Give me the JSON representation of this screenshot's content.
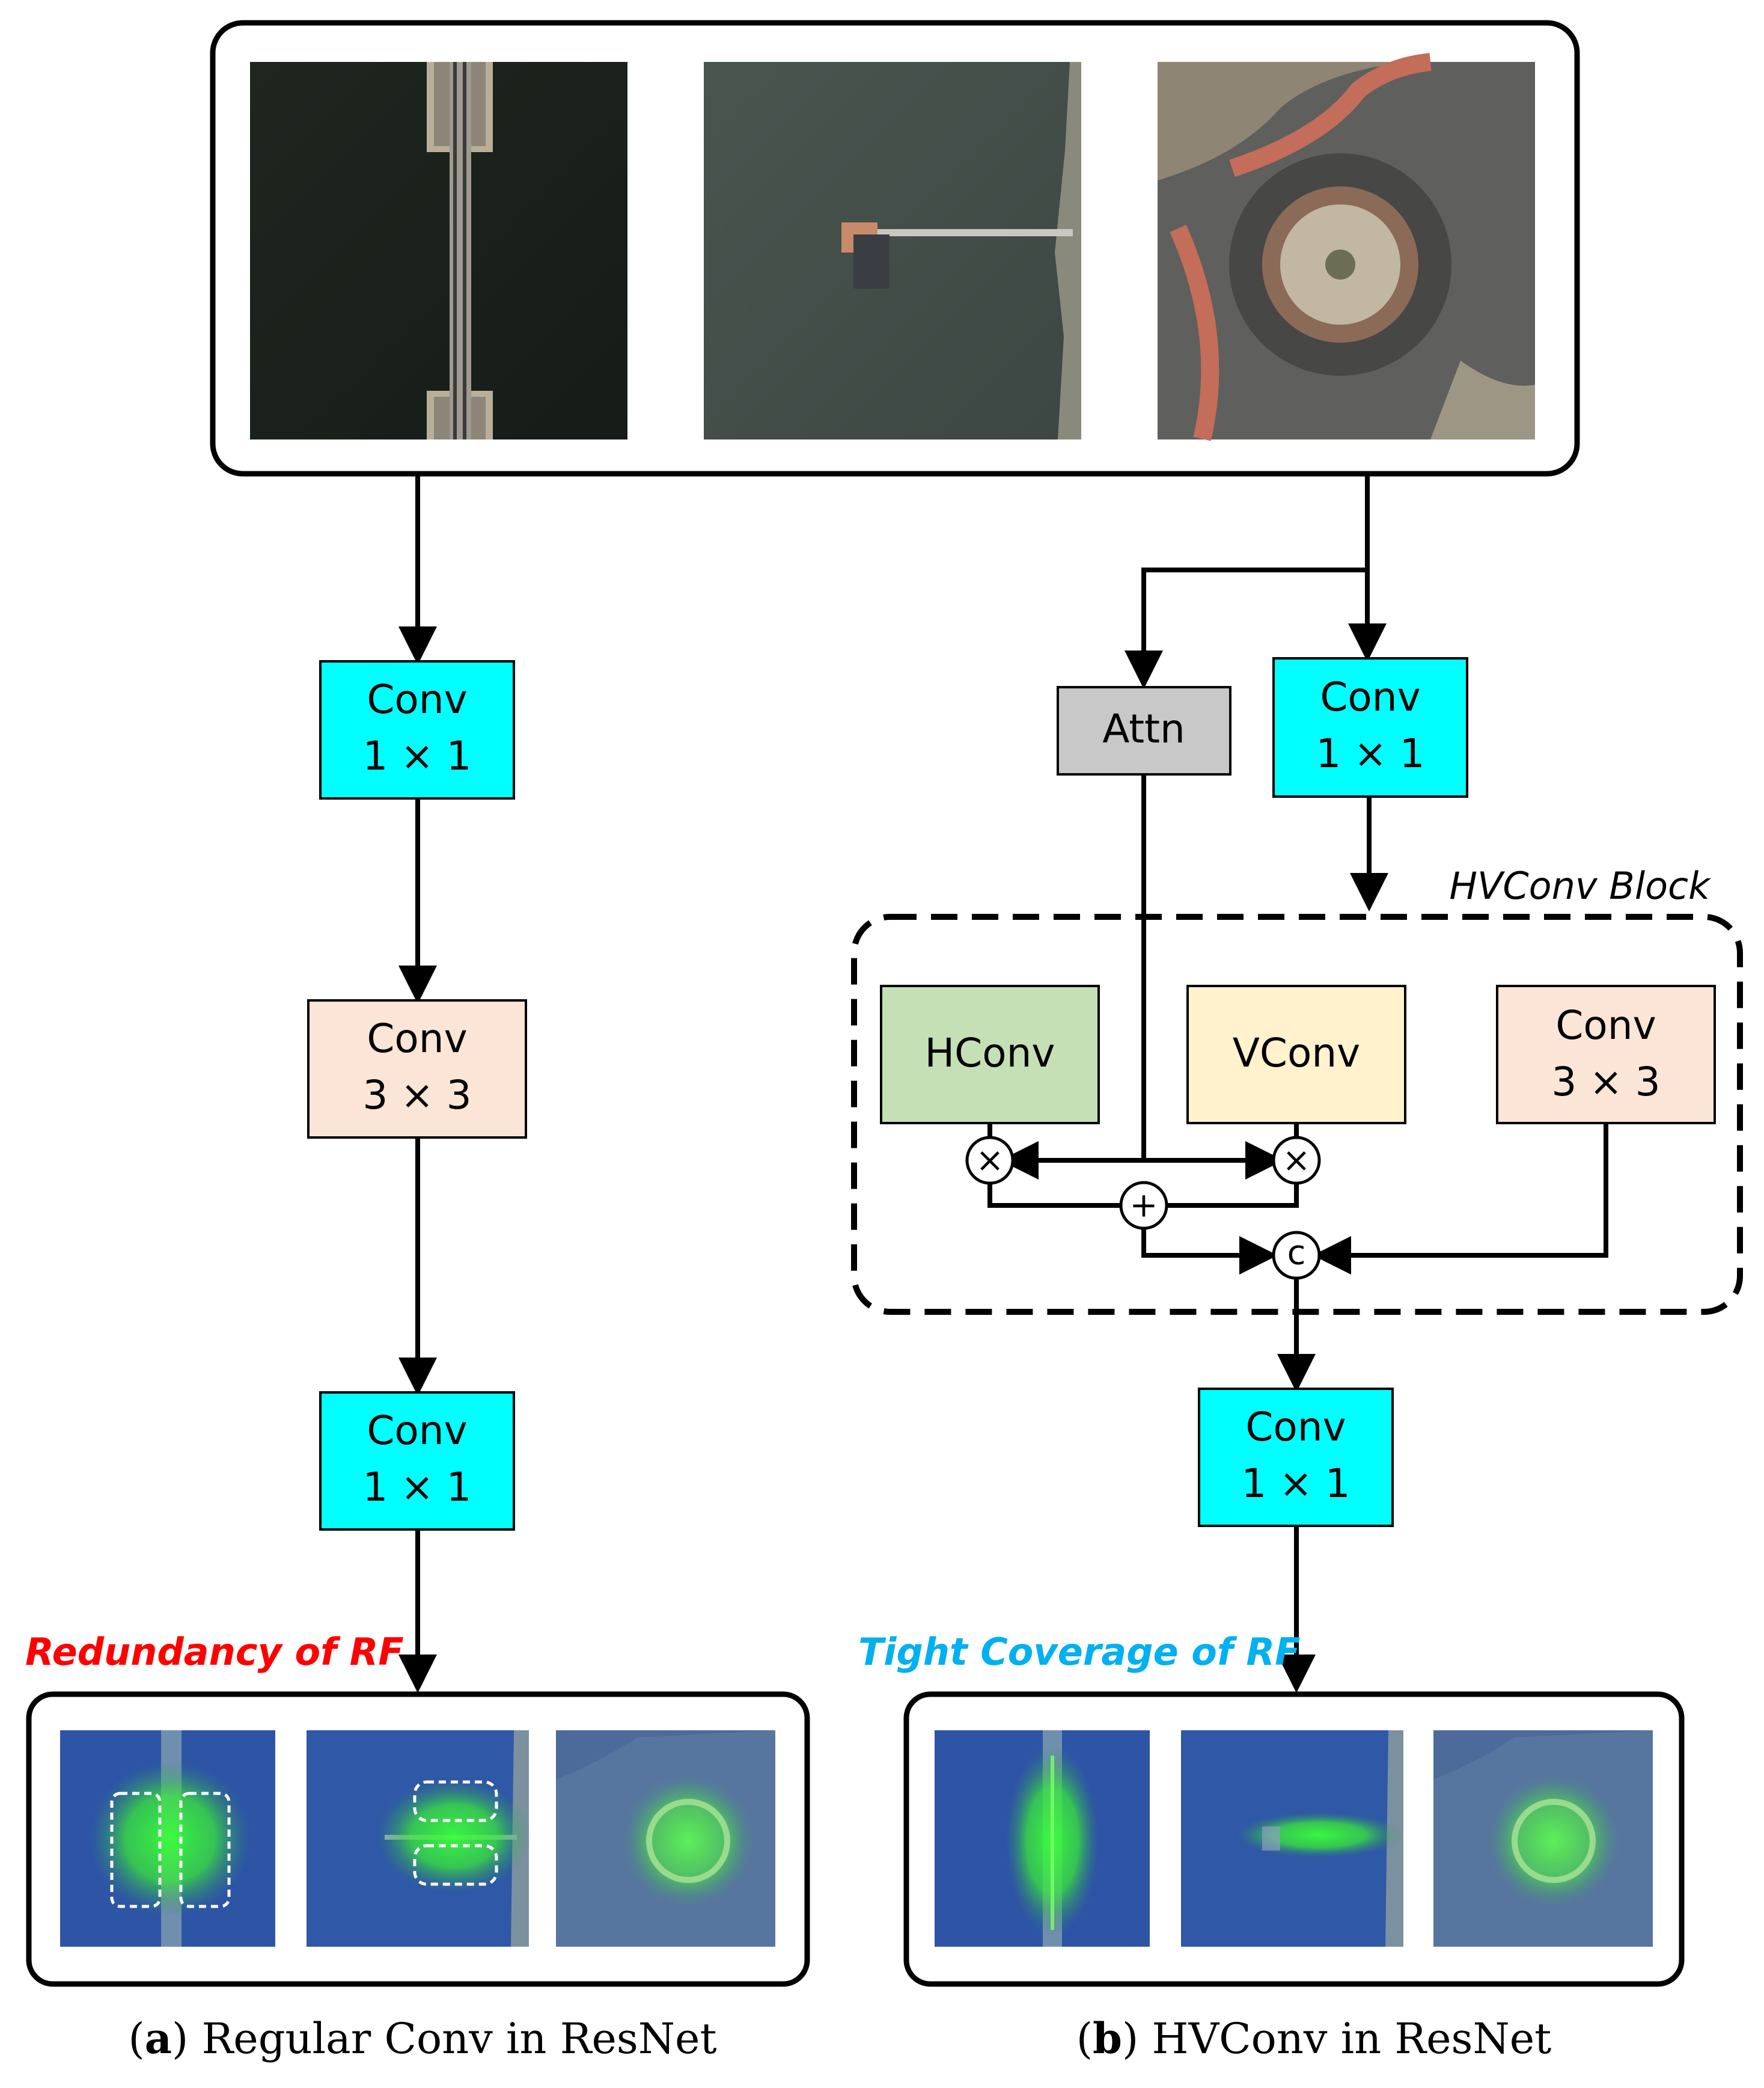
{
  "blocks": {
    "conv_1x1_left_top": {
      "line1": "Conv",
      "line2": "1 × 1"
    },
    "conv_3x3_left": {
      "line1": "Conv",
      "line2": "3 × 3"
    },
    "conv_1x1_left_bottom": {
      "line1": "Conv",
      "line2": "1 × 1"
    },
    "attn": {
      "label": "Attn"
    },
    "conv_1x1_right_top": {
      "line1": "Conv",
      "line2": "1 × 1"
    },
    "hconv": {
      "label": "HConv"
    },
    "vconv": {
      "label": "VConv"
    },
    "conv_3x3_right": {
      "line1": "Conv",
      "line2": "3 × 3"
    },
    "conv_1x1_right_bottom": {
      "line1": "Conv",
      "line2": "1 × 1"
    }
  },
  "hvconv_block_title": "HVConv Block",
  "operators": {
    "multiply": "×",
    "add": "+",
    "concat": "c"
  },
  "notes": {
    "left": "Redundancy of RF",
    "right": "Tight Coverage of RF"
  },
  "captions": {
    "left_letter": "a",
    "left_text": ") Regular Conv in ResNet",
    "right_letter": "b",
    "right_text": ") HVConv in ResNet",
    "open_paren": "("
  },
  "colors": {
    "conv1x1": "#00ffff",
    "conv3x3": "#fbe5d6",
    "attn": "#c8c8c8",
    "hconv": "#c5e0b4",
    "vconv": "#fff2cc",
    "note_left": "#ff0000",
    "note_right": "#00b0f0",
    "heat_blue": "#2e54a6",
    "heat_green": "#39ff3a"
  },
  "images": {
    "top_row": [
      "bridge-aerial",
      "pier-aerial",
      "roundabout-aerial"
    ],
    "left_heatmaps": [
      "bridge-heatmap-redundant",
      "pier-heatmap-redundant",
      "roundabout-heatmap"
    ],
    "right_heatmaps": [
      "bridge-heatmap-tight",
      "pier-heatmap-tight",
      "roundabout-heatmap"
    ]
  }
}
